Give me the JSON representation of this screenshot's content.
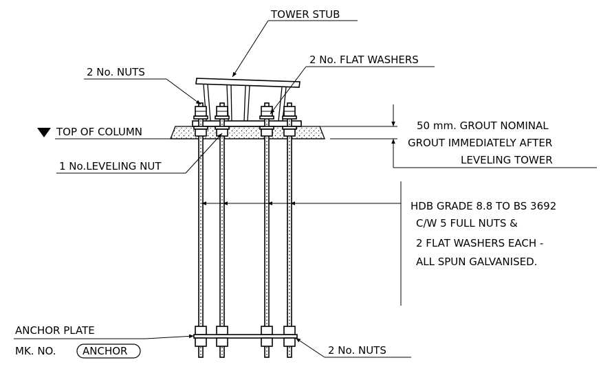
{
  "labels": {
    "tower_stub": "TOWER STUB",
    "nuts_top": "2 No. NUTS",
    "flat_washers": "2 No. FLAT WASHERS",
    "top_of_column": "TOP OF COLUMN",
    "leveling_nut": "1 No.LEVELING NUT",
    "grout_line1": "50 mm. GROUT NOMINAL",
    "grout_line2": "GROUT IMMEDIATELY AFTER",
    "grout_line3": "LEVELING TOWER",
    "bolt_spec_line1": "HDB GRADE 8.8 TO BS 3692",
    "bolt_spec_line2": "C/W 5 FULL NUTS &",
    "bolt_spec_line3": "2 FLAT WASHERS EACH -",
    "bolt_spec_line4": "ALL SPUN GALVANISED.",
    "anchor_plate": "ANCHOR PLATE",
    "mark_no": "MK. NO.",
    "anchor_mark": "ANCHOR",
    "nuts_bottom": "2 No. NUTS"
  }
}
